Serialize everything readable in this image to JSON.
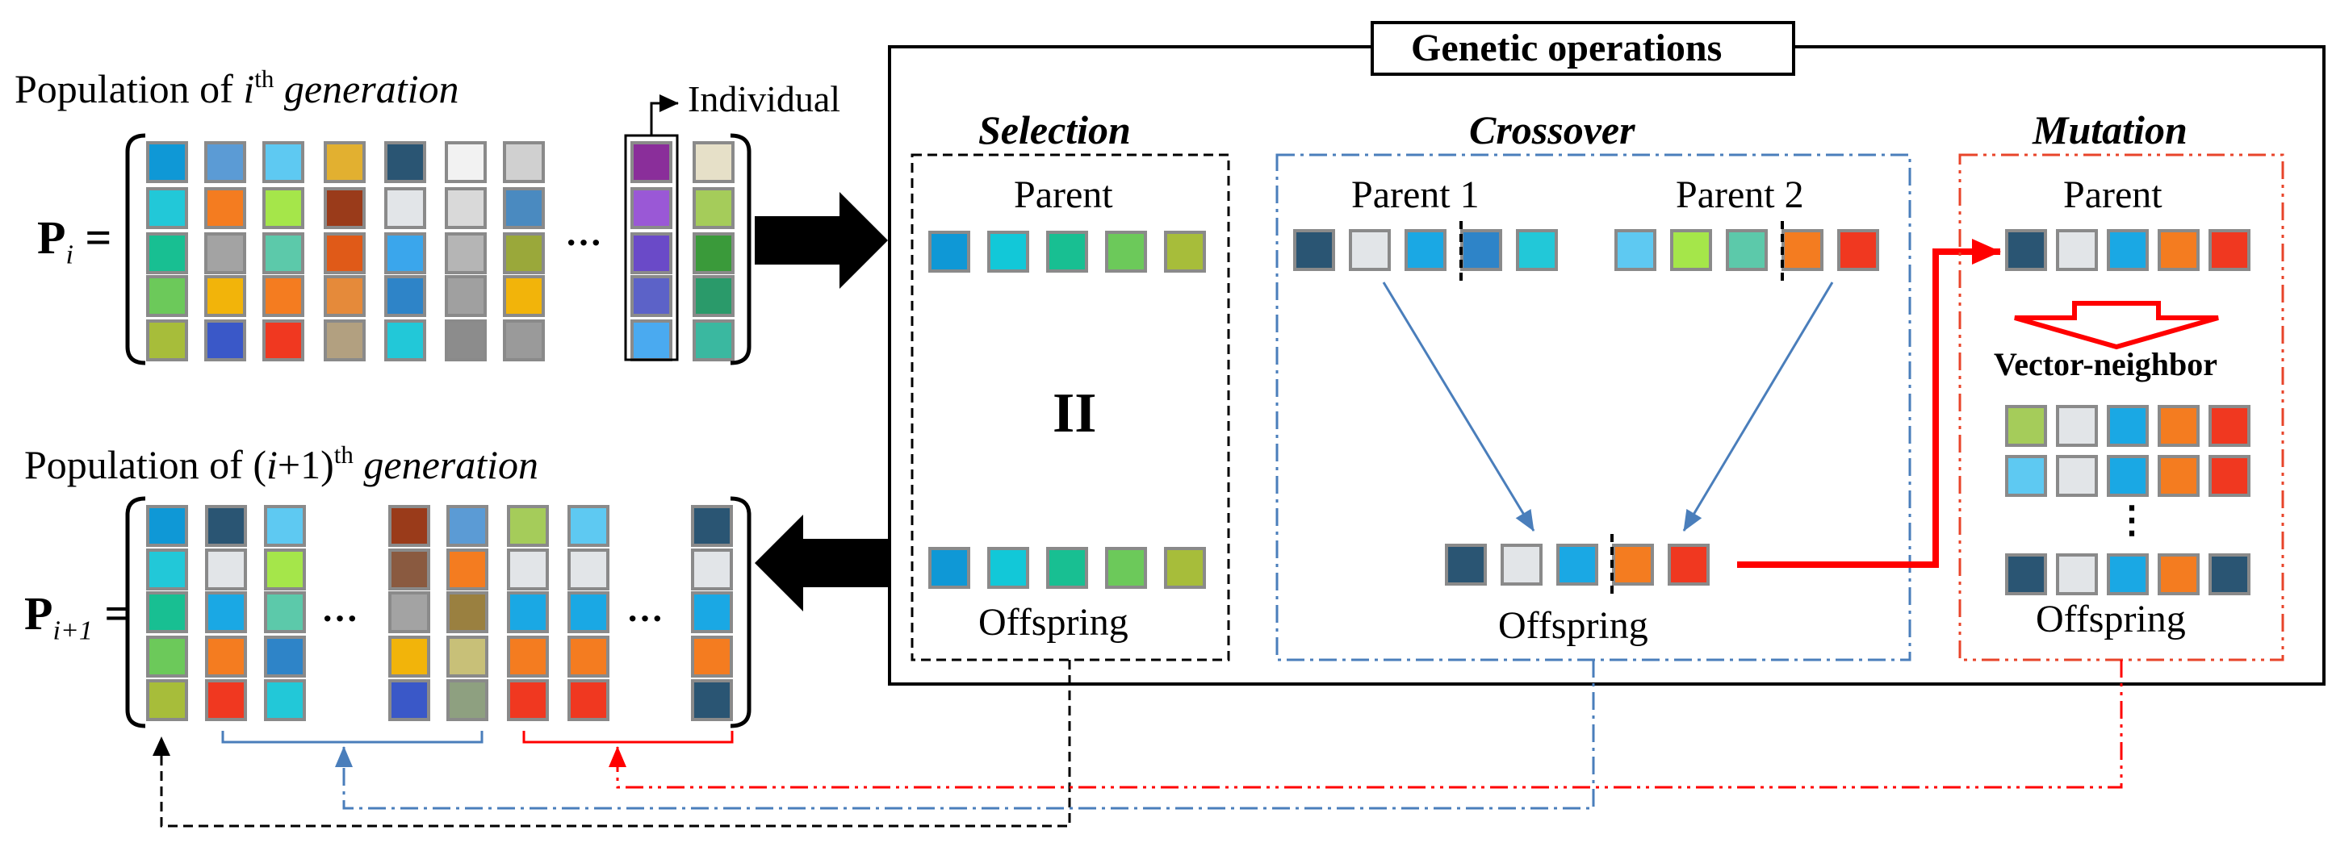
{
  "left": {
    "pop_i_prefix": "Population of ",
    "pop_i_var": "i",
    "pop_i_sup": "th",
    "pop_i_suffix": "generation",
    "individual_label": "Individual",
    "p_i_symbol": "P",
    "p_i_sub": "i",
    "equals": "=",
    "ellipsis": "···",
    "pop_next_prefix": "Population of (",
    "pop_next_var": "i",
    "pop_next_plus": "+1)",
    "pop_next_sup": "th",
    "pop_next_suffix": "generation",
    "p_next_symbol": "P",
    "p_next_sub": "i+1"
  },
  "operations": {
    "title": "Genetic operations",
    "selection": {
      "title": "Selection",
      "parent": "Parent",
      "equal_sign": "II",
      "offspring": "Offspring"
    },
    "crossover": {
      "title": "Crossover",
      "parent1": "Parent 1",
      "parent2": "Parent 2",
      "offspring": "Offspring"
    },
    "mutation": {
      "title": "Mutation",
      "parent": "Parent",
      "arrow_label": "Vector-neighbor",
      "vdots": "⋮",
      "offspring": "Offspring"
    }
  },
  "colors": {
    "selection_border": "#000000",
    "crossover_border": "#4a7ebb",
    "mutation_border": "#e8442a",
    "red_arrow": "#ff0000",
    "blue_arrow": "#4a7ebb"
  }
}
